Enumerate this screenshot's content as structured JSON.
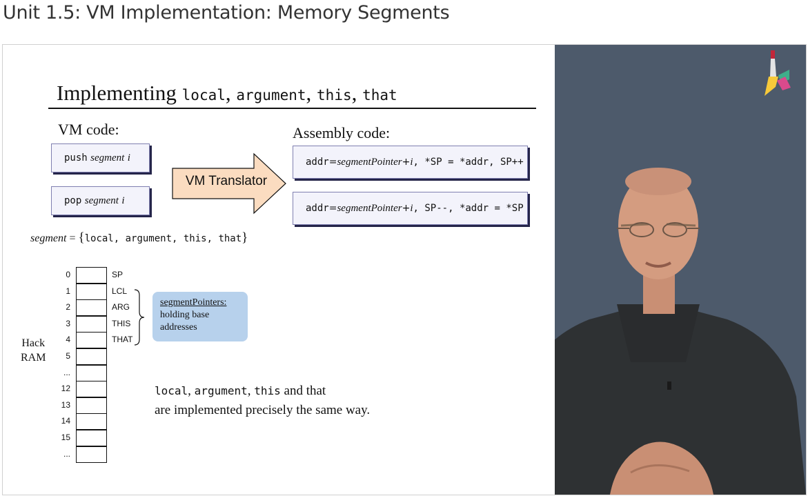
{
  "page": {
    "title": "Unit 1.5: VM Implementation: Memory Segments"
  },
  "slide": {
    "heading_word": "Implementing",
    "heading_segments": [
      "local",
      "argument",
      "this",
      "that"
    ],
    "vm_code_label": "VM code:",
    "assembly_code_label": "Assembly code:",
    "push_box": {
      "keyword": "push",
      "segment": "segment",
      "index": "i"
    },
    "pop_box": {
      "keyword": "pop",
      "segment": "segment",
      "index": "i"
    },
    "translator_label": "VM Translator",
    "asm_push": {
      "lhs": "addr",
      "eq": " = ",
      "pointer": "segmentPointer",
      "plus": " + ",
      "index": "i",
      "rest": ", *SP = *addr, SP++"
    },
    "asm_pop": {
      "lhs": "addr",
      "eq": " = ",
      "pointer": "segmentPointer",
      "plus": " + ",
      "index": "i",
      "rest": ", SP--, *addr = *SP"
    },
    "segment_def": {
      "name": "segment",
      "eq": " = ",
      "open": "{",
      "list": "local, argument, this, that",
      "close": "}"
    },
    "ram": {
      "label_line1": "Hack",
      "label_line2": "RAM",
      "indices": [
        "0",
        "1",
        "2",
        "3",
        "4",
        "5",
        "...",
        "12",
        "13",
        "14",
        "15",
        "..."
      ],
      "pointer_labels": [
        "SP",
        "LCL",
        "ARG",
        "THIS",
        "THAT"
      ]
    },
    "callout": {
      "title": "segmentPointers:",
      "line1": "holding base",
      "line2": "addresses"
    },
    "note": {
      "w1": "local",
      "w2": "argument",
      "w3": "this",
      "w4": " and that",
      "line2": "are implemented precisely the same way."
    }
  },
  "colors": {
    "presenter_background": "#4d5a6b",
    "code_box_fill": "#f3f3fb",
    "arrow_fill": "#fbdcc0",
    "callout_fill": "#b7d1ec"
  },
  "icons": {
    "logo": "nand2tetris-logo-icon"
  }
}
